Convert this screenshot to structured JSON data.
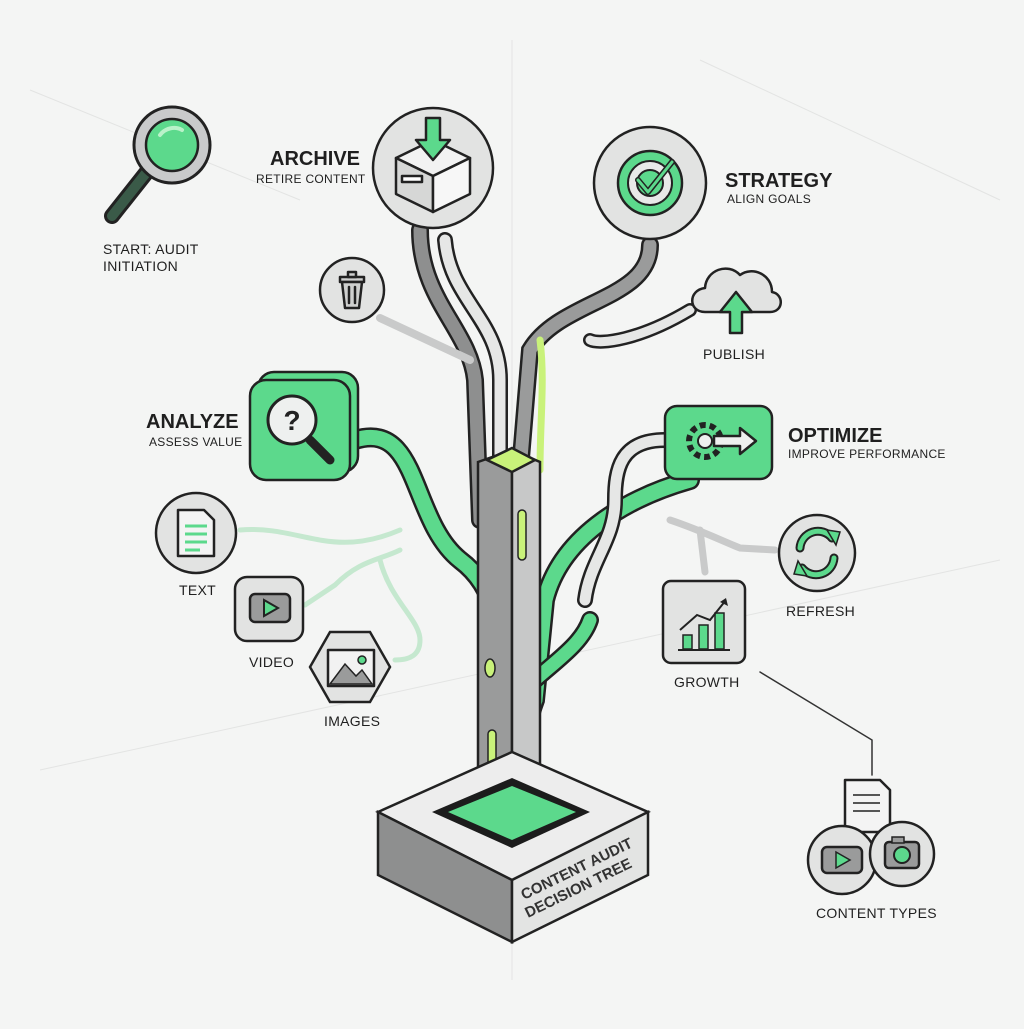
{
  "diagram": {
    "base_label_line1": "CONTENT AUDIT",
    "base_label_line2": "DECISION TREE"
  },
  "colors": {
    "accent": "#5cd98c",
    "accent_light": "#b9f2c9",
    "lime": "#c9f27a",
    "trunk": "#9a9b9b",
    "outline": "#222222"
  },
  "nodes": {
    "start": {
      "line1": "START: AUDIT",
      "line2": "INITIATION",
      "icon": "magnifier-icon"
    },
    "archive": {
      "title": "ARCHIVE",
      "subtitle": "RETIRE CONTENT",
      "icon": "archive-box-icon"
    },
    "strategy": {
      "title": "STRATEGY",
      "subtitle": "ALIGN GOALS",
      "icon": "target-check-icon"
    },
    "delete": {
      "icon": "trash-icon"
    },
    "publish": {
      "label": "PUBLISH",
      "icon": "cloud-upload-icon"
    },
    "analyze": {
      "title": "ANALYZE",
      "subtitle": "ASSESS VALUE",
      "icon": "question-magnifier-icon"
    },
    "optimize": {
      "title": "OPTIMIZE",
      "subtitle": "IMPROVE PERFORMANCE",
      "icon": "gear-arrow-icon"
    },
    "text": {
      "label": "TEXT",
      "icon": "document-icon"
    },
    "video": {
      "label": "VIDEO",
      "icon": "play-icon"
    },
    "images": {
      "label": "IMAGES",
      "icon": "image-icon"
    },
    "refresh": {
      "label": "REFRESH",
      "icon": "refresh-icon"
    },
    "growth": {
      "label": "GROWTH",
      "icon": "growth-chart-icon"
    },
    "content_types": {
      "label": "CONTENT TYPES",
      "icon": "content-types-icon"
    }
  }
}
